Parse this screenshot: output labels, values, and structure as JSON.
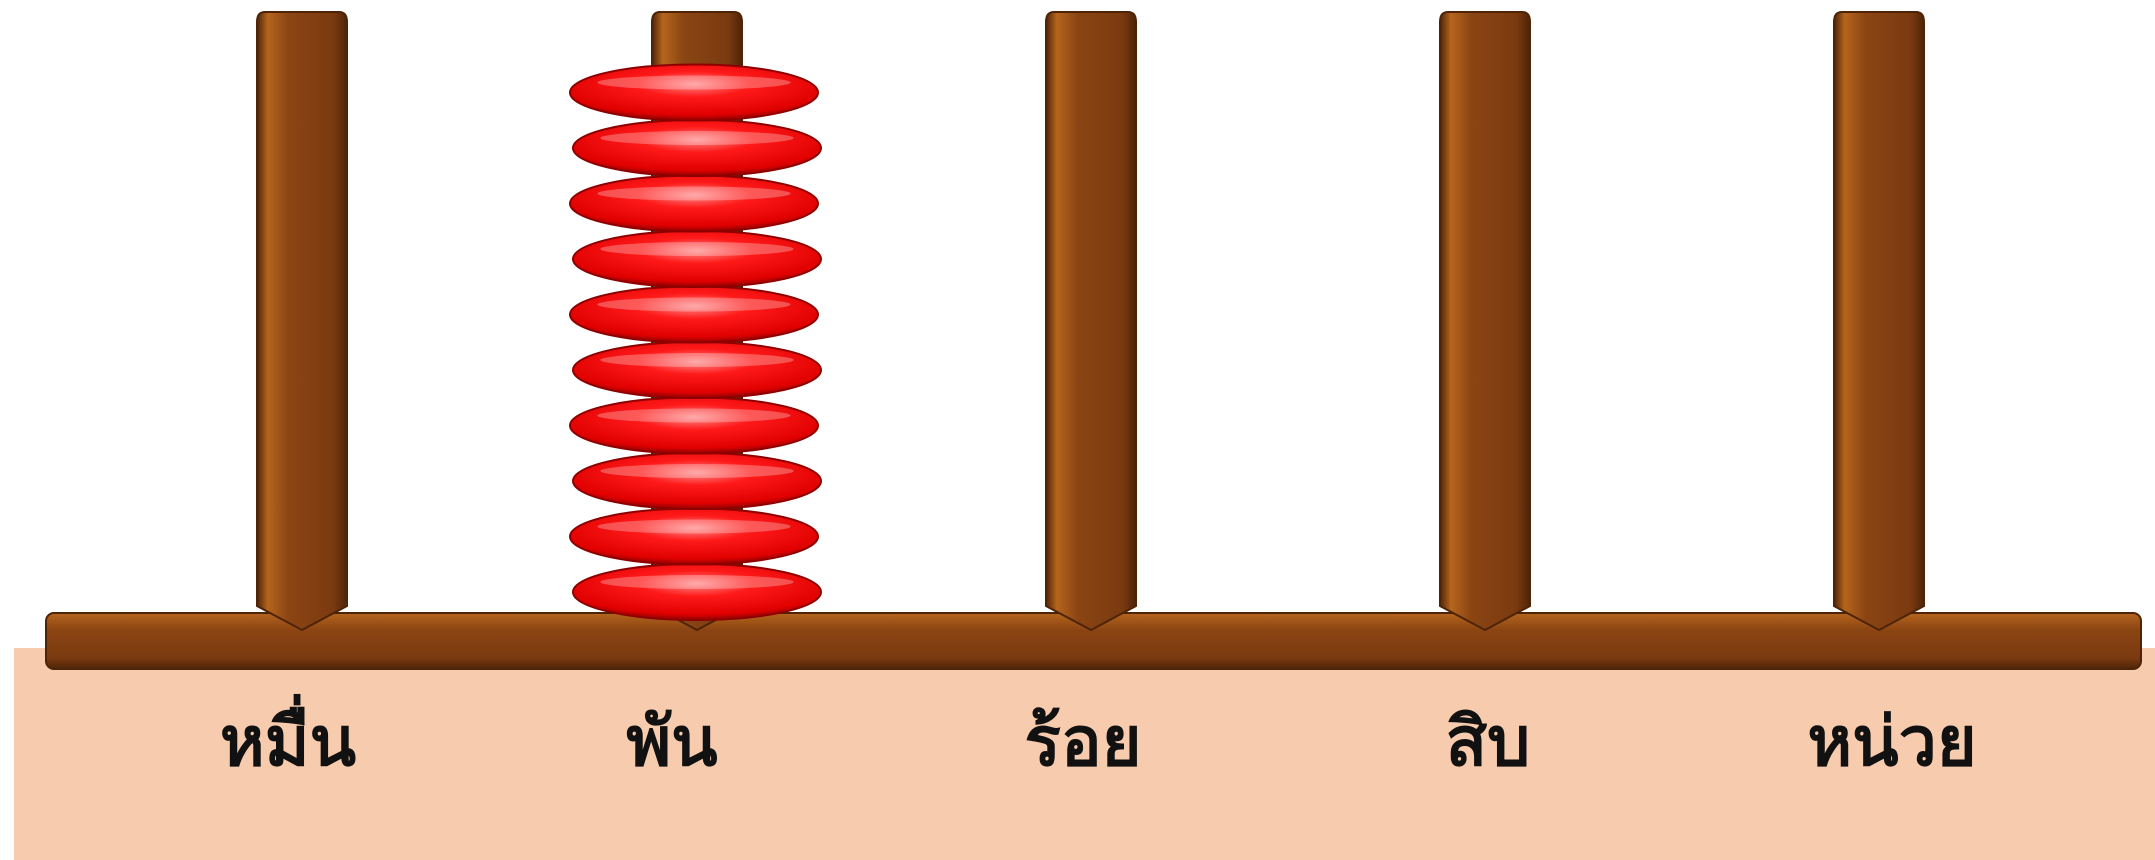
{
  "colors": {
    "background": "#ffffff",
    "floor": "#f7cbad",
    "wood": "#8b4513",
    "wood_light": "#b5651d",
    "wood_dark": "#4e2408",
    "bead": "#ff0d0d",
    "bead_light": "#ff8a8a",
    "bead_dark": "#8e0000",
    "label": "#111111"
  },
  "abacus": {
    "columns": [
      {
        "label": "หมื่น",
        "beads": 0
      },
      {
        "label": "พัน",
        "beads": 10
      },
      {
        "label": "ร้อย",
        "beads": 0
      },
      {
        "label": "สิบ",
        "beads": 0
      },
      {
        "label": "หน่วย",
        "beads": 0
      }
    ]
  }
}
